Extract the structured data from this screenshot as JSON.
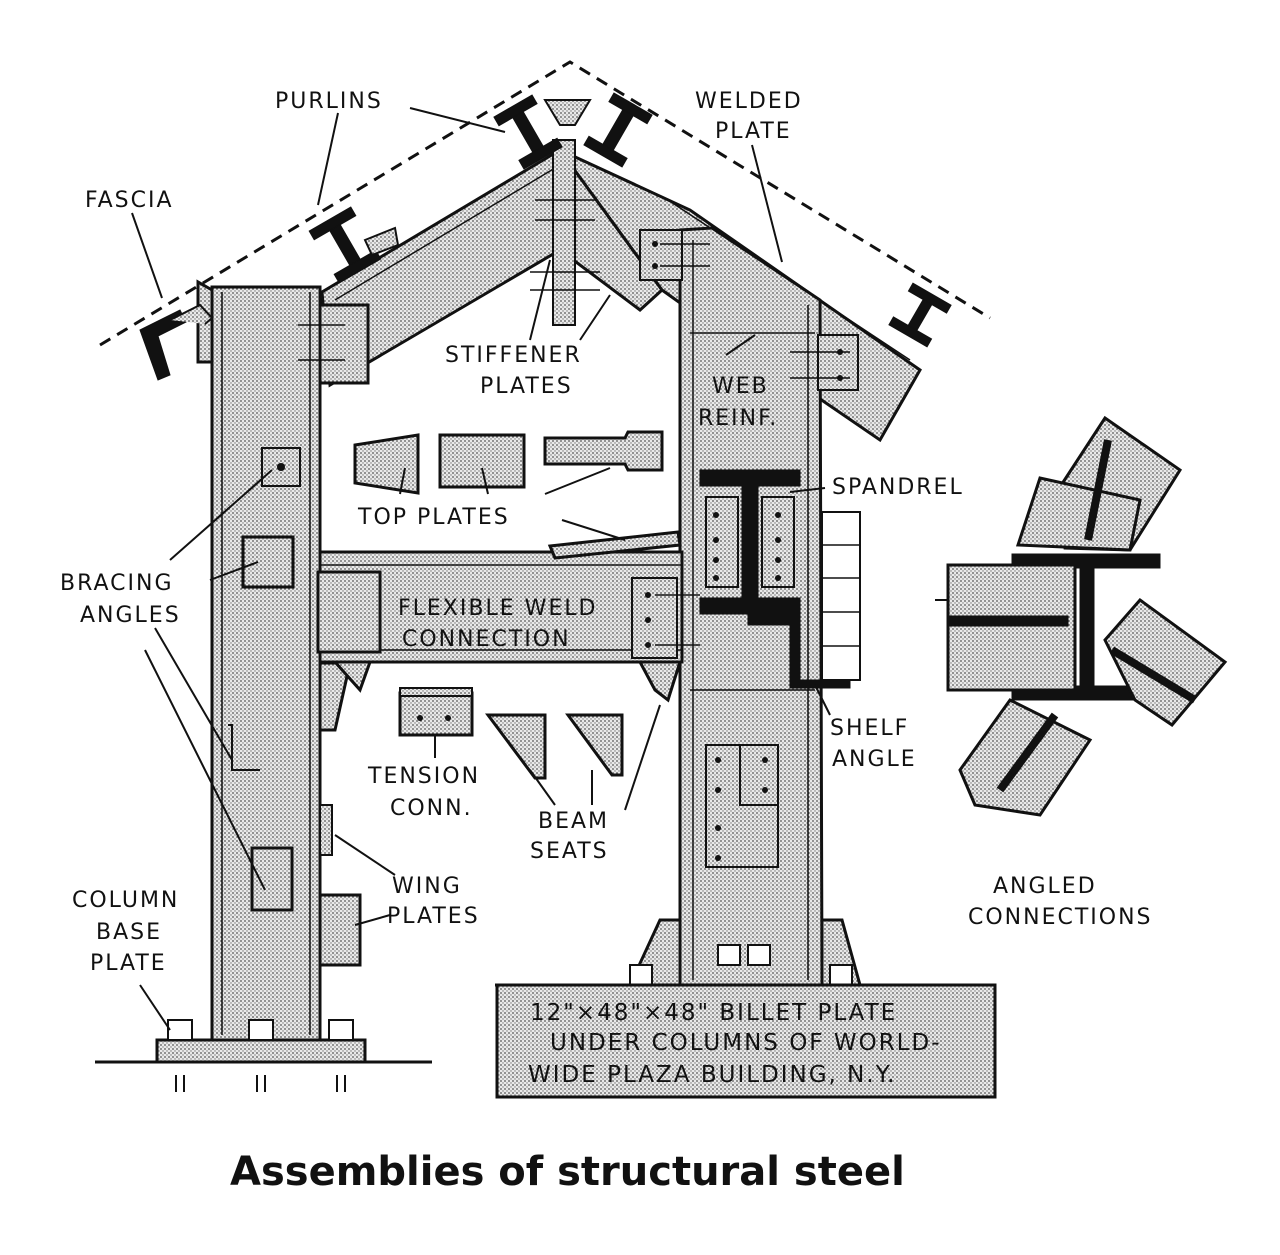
{
  "labels": {
    "purlins": "PURLINS",
    "welded_plate_1": "WELDED",
    "welded_plate_2": "PLATE",
    "fascia": "FASCIA",
    "stiffener_1": "STIFFENER",
    "stiffener_2": "PLATES",
    "web_reinf_1": "WEB",
    "web_reinf_2": "REINF.",
    "spandrel": "SPANDREL",
    "top_plates": "TOP PLATES",
    "bracing_1": "BRACING",
    "bracing_2": "ANGLES",
    "flexible_1": "FLEXIBLE WELD",
    "flexible_2": "CONNECTION",
    "shelf_1": "SHELF",
    "shelf_2": "ANGLE",
    "tension_1": "TENSION",
    "tension_2": "CONN.",
    "beam_seats_1": "BEAM",
    "beam_seats_2": "SEATS",
    "wing_1": "WING",
    "wing_2": "PLATES",
    "column_base_1": "COLUMN",
    "column_base_2": "BASE",
    "column_base_3": "PLATE",
    "angled_1": "ANGLED",
    "angled_2": "CONNECTIONS"
  },
  "billet_plate": {
    "line1": "12\"×48\"×48\" BILLET PLATE",
    "line2": "UNDER COLUMNS OF WORLD-",
    "line3": "WIDE PLAZA BUILDING, N.Y."
  },
  "caption": "Assemblies of structural steel"
}
